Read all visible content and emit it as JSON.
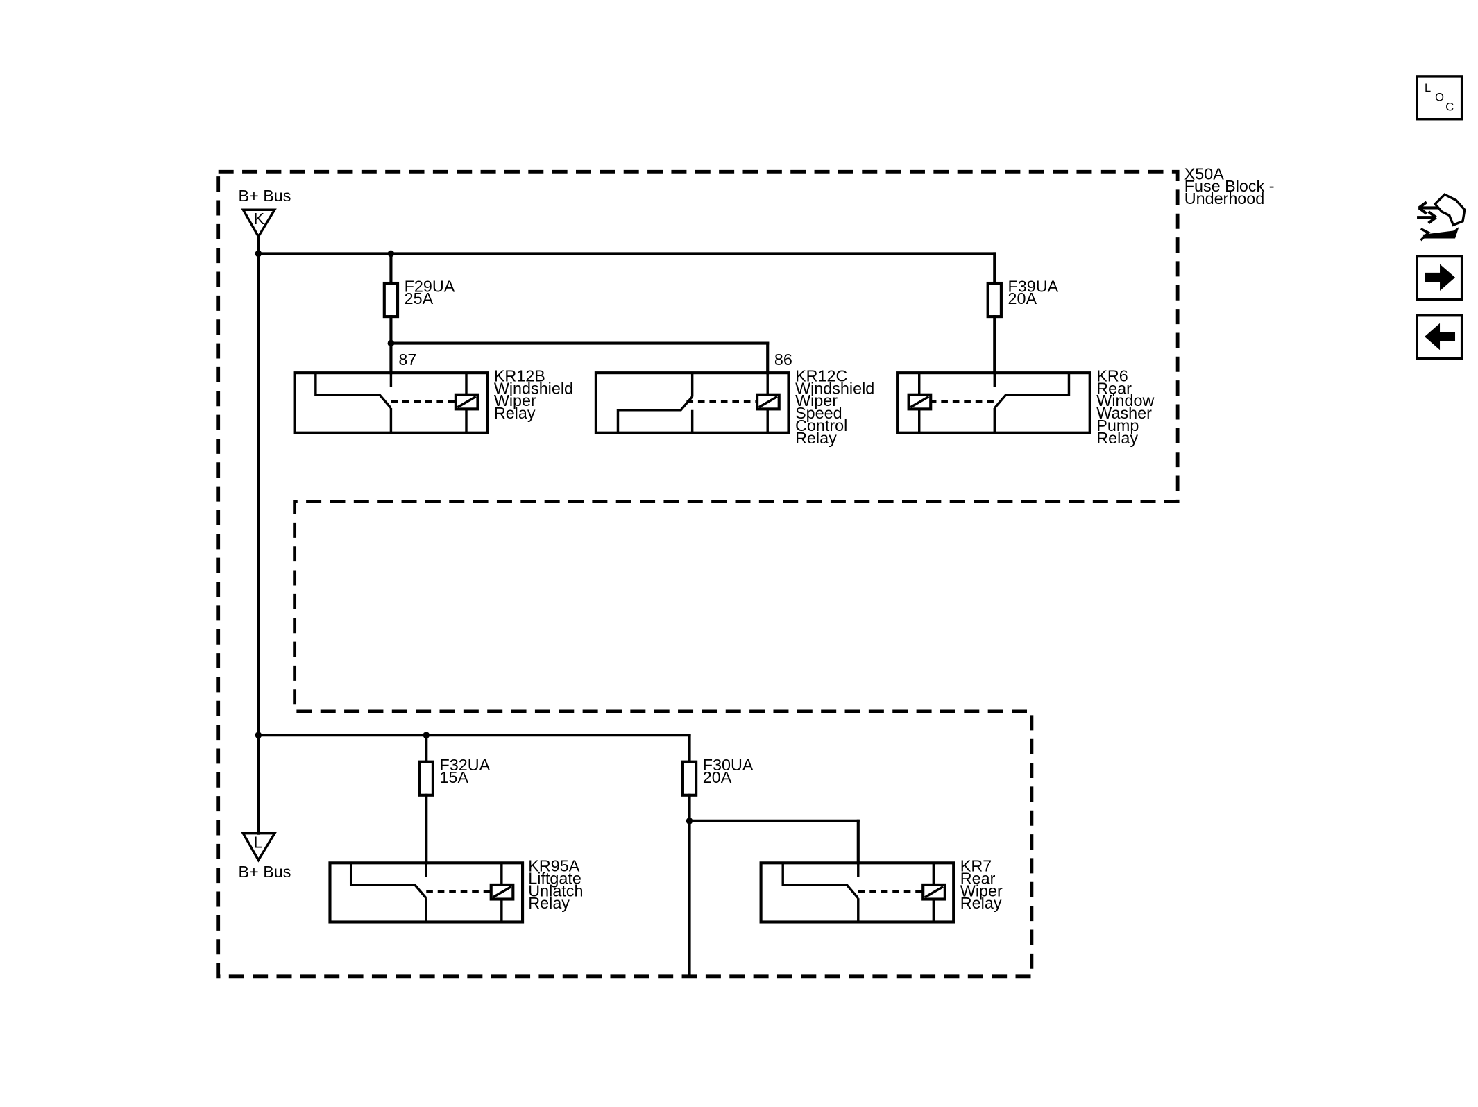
{
  "block": {
    "lines": [
      "X50A",
      "Fuse Block -",
      "Underhood"
    ]
  },
  "buses": [
    {
      "id": "K",
      "letter": "K",
      "label": "B+ Bus"
    },
    {
      "id": "L",
      "letter": "L",
      "label": "B+ Bus"
    }
  ],
  "fuses": [
    {
      "id": "F29UA",
      "name": "F29UA",
      "rating": "25A"
    },
    {
      "id": "F39UA",
      "name": "F39UA",
      "rating": "20A"
    },
    {
      "id": "F32UA",
      "name": "F32UA",
      "rating": "15A"
    },
    {
      "id": "F30UA",
      "name": "F30UA",
      "rating": "20A"
    }
  ],
  "terminals": [
    {
      "id": "t87",
      "label": "87"
    },
    {
      "id": "t86",
      "label": "86"
    }
  ],
  "relays": [
    {
      "id": "KR12B",
      "lines": [
        "KR12B",
        "Windshield",
        "Wiper",
        "Relay"
      ]
    },
    {
      "id": "KR12C",
      "lines": [
        "KR12C",
        "Windshield",
        "Wiper",
        "Speed",
        "Control",
        "Relay"
      ]
    },
    {
      "id": "KR6",
      "lines": [
        "KR6",
        "Rear",
        "Window",
        "Washer",
        "Pump",
        "Relay"
      ]
    },
    {
      "id": "KR95A",
      "lines": [
        "KR95A",
        "Liftgate",
        "Unlatch",
        "Relay"
      ]
    },
    {
      "id": "KR7",
      "lines": [
        "KR7",
        "Rear",
        "Wiper",
        "Relay"
      ]
    }
  ],
  "side_icons": {
    "loc": {
      "letters": [
        "L",
        "O",
        "C"
      ],
      "icon": "loc-icon"
    },
    "connector": {
      "icon": "connector-wrench-icon"
    },
    "next": {
      "icon": "arrow-right-icon"
    },
    "prev": {
      "icon": "arrow-left-icon"
    }
  }
}
